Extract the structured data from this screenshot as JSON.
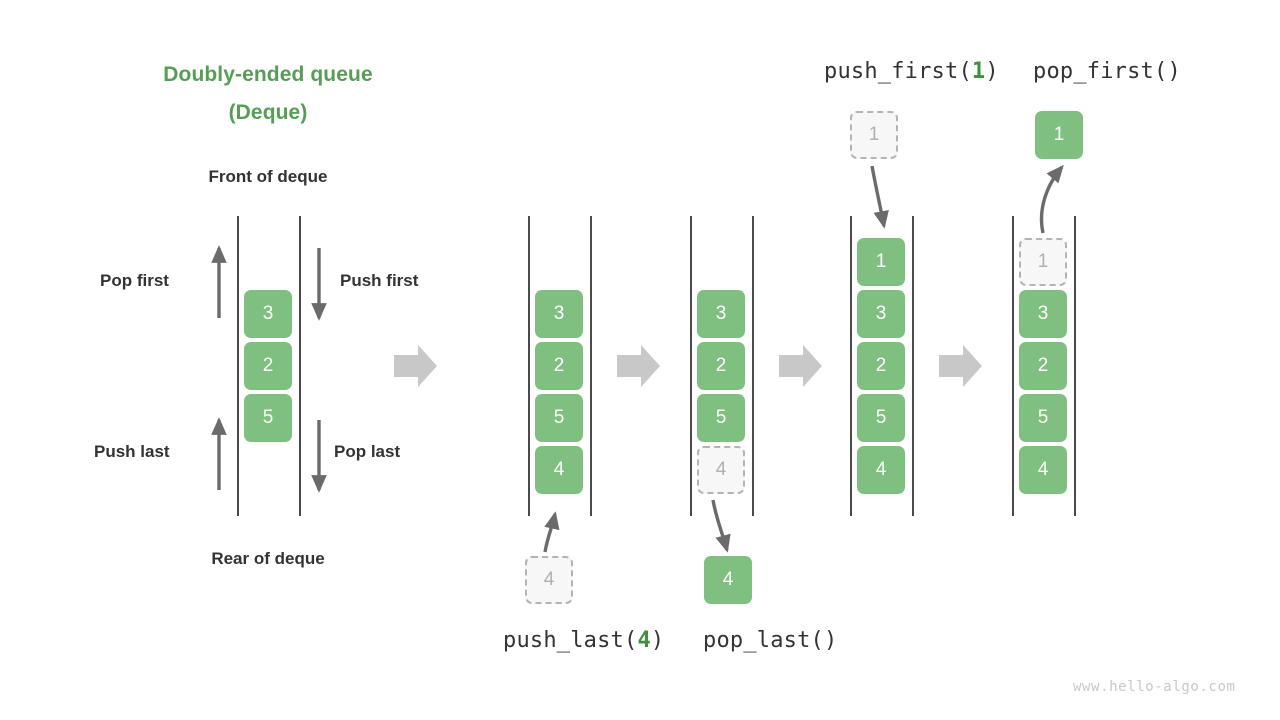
{
  "title": {
    "line1": "Doubly-ended queue",
    "line2": "(Deque)"
  },
  "labels": {
    "front": "Front of deque",
    "rear": "Rear of deque",
    "pop_first": "Pop first",
    "push_first": "Push first",
    "push_last": "Push last",
    "pop_last": "Pop last"
  },
  "operations": {
    "push_last": {
      "name": "push_last(",
      "arg": "4",
      "close": ")"
    },
    "pop_last": {
      "name": "pop_last()"
    },
    "push_first": {
      "name": "push_first(",
      "arg": "1",
      "close": ")"
    },
    "pop_first": {
      "name": "pop_first()"
    }
  },
  "panels": [
    {
      "id": "initial-deque",
      "items": [
        "3",
        "2",
        "5"
      ],
      "states": [
        "solid",
        "solid",
        "solid"
      ]
    },
    {
      "id": "after-push-last",
      "items": [
        "3",
        "2",
        "5",
        "4"
      ],
      "states": [
        "solid",
        "solid",
        "solid",
        "solid"
      ],
      "external": {
        "value": "4",
        "state": "ghost",
        "position": "below"
      }
    },
    {
      "id": "after-pop-last",
      "items": [
        "3",
        "2",
        "5",
        "4"
      ],
      "states": [
        "solid",
        "solid",
        "solid",
        "ghost"
      ],
      "external": {
        "value": "4",
        "state": "solid",
        "position": "below"
      }
    },
    {
      "id": "after-push-first",
      "items": [
        "1",
        "3",
        "2",
        "5",
        "4"
      ],
      "states": [
        "solid",
        "solid",
        "solid",
        "solid",
        "solid"
      ],
      "external": {
        "value": "1",
        "state": "ghost",
        "position": "above"
      }
    },
    {
      "id": "after-pop-first",
      "items": [
        "1",
        "3",
        "2",
        "5",
        "4"
      ],
      "states": [
        "ghost",
        "solid",
        "solid",
        "solid",
        "solid"
      ],
      "external": {
        "value": "1",
        "state": "solid",
        "position": "above"
      }
    }
  ],
  "colors": {
    "accent_green": "#569e56",
    "box_green": "#7fbf7f",
    "ghost_fill": "#f7f7f7",
    "ghost_border": "#b4b4b4",
    "arrow_gray": "#666666",
    "transition_arrow": "#c8c8c8",
    "rail": "#4a4a4a",
    "text_dark": "#333333"
  },
  "watermark": "www.hello-algo.com",
  "icons": {
    "transition": "right-arrow-icon",
    "flow_up": "arrow-up-icon",
    "flow_down": "arrow-down-icon"
  }
}
